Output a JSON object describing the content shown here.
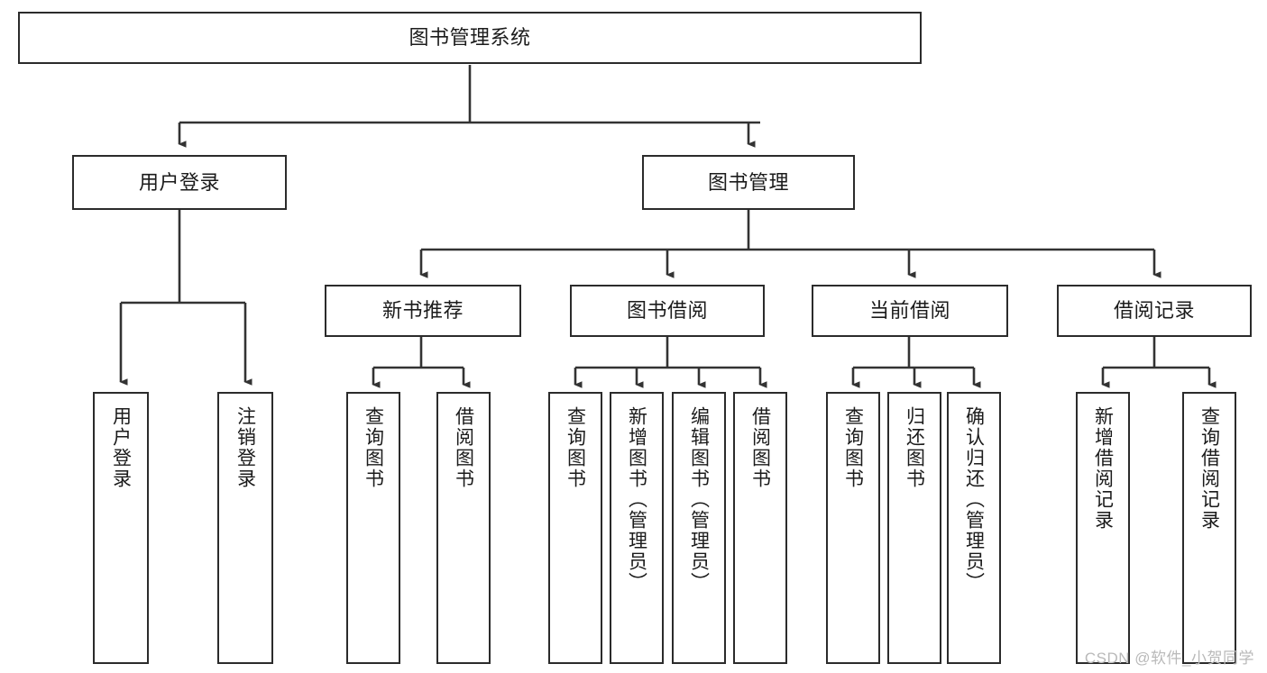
{
  "diagram": {
    "title": "图书管理系统",
    "type": "tree-hierarchy",
    "orientation": "top-down",
    "colors": {
      "node_border": "#2b2b2b",
      "node_fill": "#ffffff",
      "edge": "#333333",
      "text": "#1b1b1b",
      "watermark": "#b9b9b9",
      "background": "#ffffff"
    },
    "root": {
      "id": "root",
      "label": "图书管理系统"
    },
    "level2": [
      {
        "id": "user-login",
        "label": "用户登录"
      },
      {
        "id": "book-management",
        "label": "图书管理"
      }
    ],
    "level3": [
      {
        "id": "new-book-recommend",
        "label": "新书推荐",
        "parent": "book-management"
      },
      {
        "id": "book-borrow",
        "label": "图书借阅",
        "parent": "book-management"
      },
      {
        "id": "current-borrow",
        "label": "当前借阅",
        "parent": "book-management"
      },
      {
        "id": "borrow-record",
        "label": "借阅记录",
        "parent": "book-management"
      }
    ],
    "leaves": {
      "user-login": [
        {
          "id": "leaf-user-login",
          "label": "用户登录"
        },
        {
          "id": "leaf-user-logout",
          "label": "注销登录"
        }
      ],
      "new-book-recommend": [
        {
          "id": "leaf-query-book-1",
          "label": "查询图书"
        },
        {
          "id": "leaf-borrow-book-1",
          "label": "借阅图书"
        }
      ],
      "book-borrow": [
        {
          "id": "leaf-query-book-2",
          "label": "查询图书"
        },
        {
          "id": "leaf-add-book",
          "label": "新增图书（管理员）"
        },
        {
          "id": "leaf-edit-book",
          "label": "编辑图书（管理员）"
        },
        {
          "id": "leaf-borrow-book-2",
          "label": "借阅图书"
        }
      ],
      "current-borrow": [
        {
          "id": "leaf-query-book-3",
          "label": "查询图书"
        },
        {
          "id": "leaf-return-book",
          "label": "归还图书"
        },
        {
          "id": "leaf-confirm-return",
          "label": "确认归还（管理员）"
        }
      ],
      "borrow-record": [
        {
          "id": "leaf-add-record",
          "label": "新增借阅记录"
        },
        {
          "id": "leaf-query-record",
          "label": "查询借阅记录"
        }
      ]
    }
  },
  "watermark": {
    "text": "CSDN @软件_小贺同学"
  }
}
